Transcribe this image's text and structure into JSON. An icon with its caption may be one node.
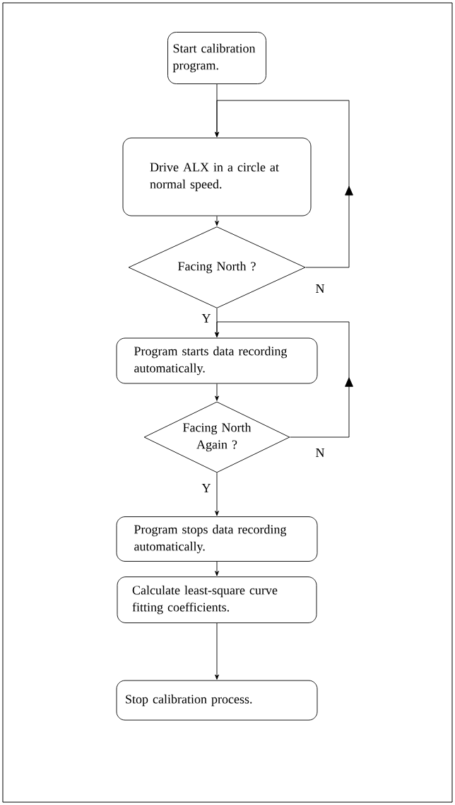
{
  "diagram": {
    "nodes": [
      {
        "text": [
          "Start calibration program."
        ]
      },
      {
        "text": [
          "Drive ALX in a circle at normal speed."
        ]
      },
      {
        "text": [
          "Facing North ?"
        ]
      },
      {
        "text": [
          "Program starts data recording automatically."
        ]
      },
      {
        "text": [
          "Facing North Again ?"
        ]
      },
      {
        "text": [
          "Program stops data recording automatically."
        ]
      },
      {
        "text": [
          "Calculate least-square curve fitting coefficients."
        ]
      },
      {
        "text": [
          "Stop calibration process."
        ]
      }
    ],
    "edges": [
      {
        "from": 0,
        "to": 1,
        "arrow": "to"
      },
      {
        "from": 1,
        "to": 2,
        "arrow": "to"
      },
      {
        "from": 2,
        "to": 1,
        "arrow": "to",
        "label": "N"
      },
      {
        "from": 2,
        "to": 3,
        "arrow": "to",
        "label": "Y"
      },
      {
        "from": 3,
        "to": 4,
        "arrow": "to"
      },
      {
        "from": 4,
        "to": 3,
        "arrow": "to",
        "label": "N"
      },
      {
        "from": 4,
        "to": 5,
        "arrow": "to",
        "label": "Y"
      },
      {
        "from": 5,
        "to": 6,
        "arrow": "to"
      },
      {
        "from": 6,
        "to": 7,
        "arrow": "to"
      }
    ]
  }
}
